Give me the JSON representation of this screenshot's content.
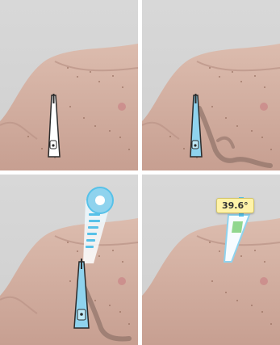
{
  "panels": [
    {
      "step": 1,
      "icon": "thermometer-icon",
      "state": "idle"
    },
    {
      "step": 2,
      "icon": "thermometer-icon",
      "state": "touched",
      "pointer": "hand-pointer-icon"
    },
    {
      "step": 3,
      "icon": "thermometer-icon",
      "state": "measuring",
      "pointer": "hand-pointer-icon"
    },
    {
      "step": 4,
      "icon": "thermometer-icon",
      "state": "result"
    }
  ],
  "reading": {
    "temperature": "39.6°"
  },
  "colors": {
    "skin": "#d8b5a7",
    "skin_shadow": "#b79284",
    "thermometer_idle": "#ffffff",
    "thermometer_active": "#8fd3ee",
    "readout_bg": "#fff3a8",
    "outline": "#2b2b2b"
  }
}
